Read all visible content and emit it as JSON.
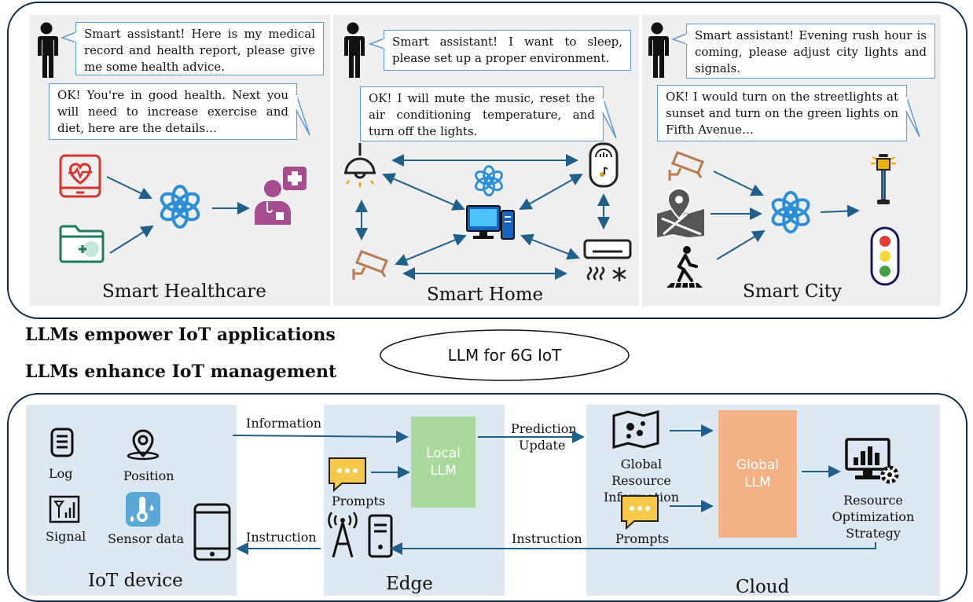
{
  "top": {
    "panels": [
      {
        "title": "Smart Healthcare",
        "user_message": "Smart assistant! Here is my medical record and health report, please give me some health advice.",
        "assistant_reply": "OK! You're in good health. Next you will need to increase exercise and diet, here are the details…"
      },
      {
        "title": "Smart Home",
        "user_message": "Smart assistant! I want to sleep, please set up a proper environment.",
        "assistant_reply": "OK! I will mute the music, reset the air conditioning temperature, and turn off the lights."
      },
      {
        "title": "Smart City",
        "user_message": "Smart assistant! Evening rush hour is coming, please adjust city lights and signals.",
        "assistant_reply": "OK! I would turn on the streetlights at sunset and turn on the green lights on Fifth Avenue…"
      }
    ]
  },
  "middle": {
    "empower_label": "LLMs empower IoT applications",
    "enhance_label": "LLMs enhance IoT management",
    "center_label": "LLM for 6G IoT"
  },
  "bottom": {
    "iot_device": {
      "title": "IoT device",
      "log": "Log",
      "position": "Position",
      "signal": "Signal",
      "sensor_data": "Sensor data"
    },
    "edge": {
      "title": "Edge",
      "local_llm": "Local LLM",
      "prompts": "Prompts"
    },
    "cloud": {
      "title": "Cloud",
      "global_llm": "Global LLM",
      "global_resource": "Global Resource Information",
      "prompts": "Prompts",
      "strategy": "Resource Optimization Strategy"
    },
    "flows": {
      "information": "Information",
      "prediction": "Prediction",
      "update": "Update",
      "instruction_edge": "Instruction",
      "instruction_cloud": "Instruction"
    }
  },
  "colors": {
    "frame": "#0f2a47",
    "arrow": "#1f5f8b",
    "bubble_border": "#5a9bd5",
    "local_llm": "#a9d99b",
    "global_llm": "#f4b183",
    "panel_blue": "#dde8f3",
    "panel_grey": "#efefef"
  }
}
